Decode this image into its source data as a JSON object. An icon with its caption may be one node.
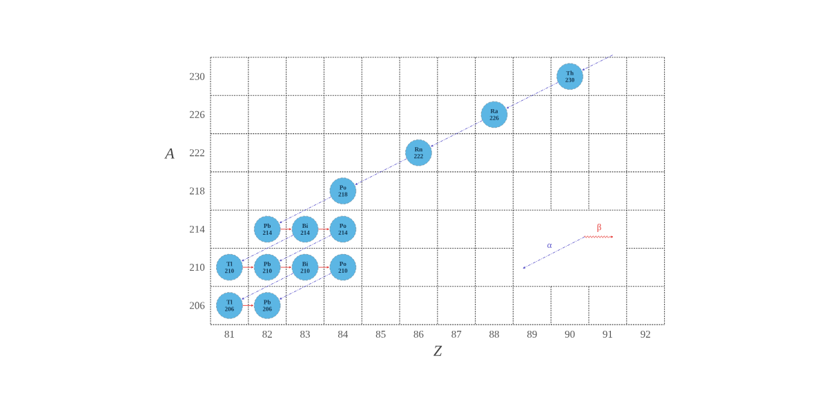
{
  "diagram": {
    "nodes": [
      {
        "text": [
          "Th",
          "230"
        ]
      },
      {
        "text": [
          "Ra",
          "226"
        ]
      },
      {
        "text": [
          "Rn",
          "222"
        ]
      },
      {
        "text": [
          "Po",
          "218"
        ]
      },
      {
        "text": [
          "Pb",
          "214"
        ]
      },
      {
        "text": [
          "Bi",
          "214"
        ]
      },
      {
        "text": [
          "Po",
          "214"
        ]
      },
      {
        "text": [
          "Tl",
          "210"
        ]
      },
      {
        "text": [
          "Pb",
          "210"
        ]
      },
      {
        "text": [
          "Bi",
          "210"
        ]
      },
      {
        "text": [
          "Po",
          "210"
        ]
      },
      {
        "text": [
          "Tl",
          "206"
        ]
      },
      {
        "text": [
          "Pb",
          "206"
        ]
      }
    ],
    "edges": [
      {
        "from": null,
        "to": 0,
        "arrow": "to",
        "style": "dashed"
      },
      {
        "from": 0,
        "to": 1,
        "arrow": "to",
        "style": "dashed"
      },
      {
        "from": 1,
        "to": 2,
        "arrow": "to",
        "style": "dashed"
      },
      {
        "from": 2,
        "to": 3,
        "arrow": "to",
        "style": "dashed"
      },
      {
        "from": 3,
        "to": 4,
        "arrow": "to",
        "style": "dashed"
      },
      {
        "from": 4,
        "to": 5,
        "arrow": "to",
        "color": "#e53935"
      },
      {
        "from": 5,
        "to": 6,
        "arrow": "to",
        "color": "#e53935"
      },
      {
        "from": 5,
        "to": 7,
        "arrow": "to",
        "style": "dashed"
      },
      {
        "from": 6,
        "to": 8,
        "arrow": "to",
        "style": "dashed"
      },
      {
        "from": 7,
        "to": 8,
        "arrow": "to",
        "color": "#e53935"
      },
      {
        "from": 8,
        "to": 9,
        "arrow": "to",
        "color": "#e53935"
      },
      {
        "from": 9,
        "to": 10,
        "arrow": "to",
        "color": "#e53935"
      },
      {
        "from": 9,
        "to": 11,
        "arrow": "to",
        "style": "dashed"
      },
      {
        "from": 10,
        "to": 12,
        "arrow": "to",
        "style": "dashed"
      },
      {
        "from": 11,
        "to": 12,
        "arrow": "to",
        "color": "#e53935"
      }
    ],
    "labels": [
      "230",
      "226",
      "A",
      "222",
      "218",
      "214",
      "210",
      "206",
      "81",
      "82",
      "83",
      "84",
      "85",
      "86",
      "87",
      "88",
      "89",
      "90",
      "91",
      "92",
      "Z"
    ],
    "legend": [
      {
        "text": "α"
      },
      {
        "text": "β"
      }
    ]
  }
}
